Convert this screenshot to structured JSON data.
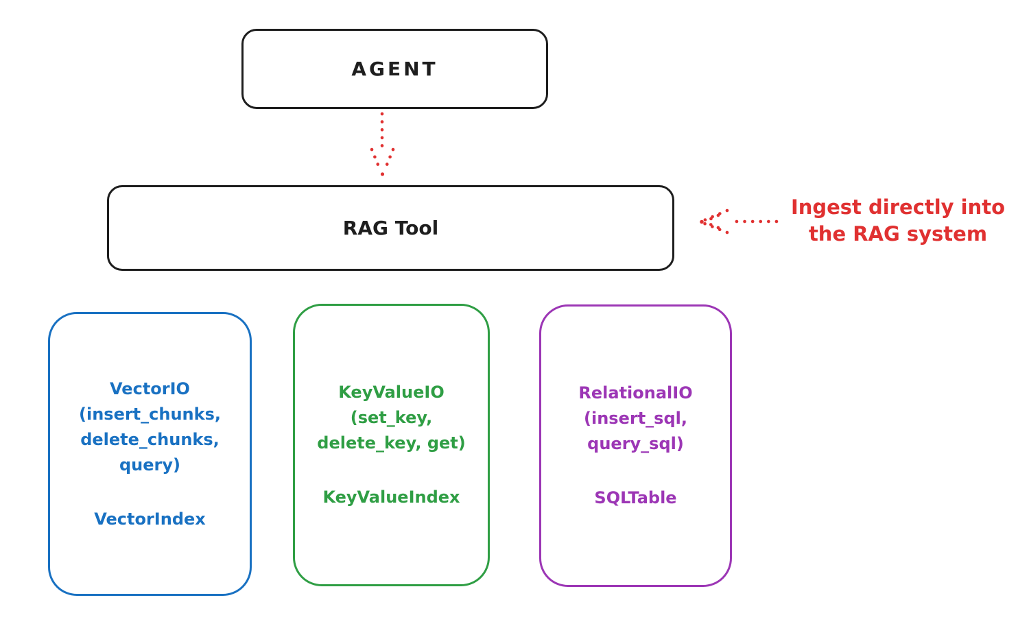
{
  "diagram": {
    "background": "#ffffff",
    "stroke_color": "#1e1e1e",
    "accent_color": "#e03131",
    "agent": {
      "label": "AGENT"
    },
    "rag_tool": {
      "label": "RAG Tool"
    },
    "annotation": {
      "label": "Ingest directly into\nthe RAG system"
    },
    "providers": [
      {
        "name": "vector-io",
        "title": "VectorIO\n(insert_chunks,\ndelete_chunks,\nquery)",
        "index_class": "VectorIndex",
        "color": "#1971c2"
      },
      {
        "name": "keyvalue-io",
        "title": "KeyValueIO\n(set_key,\ndelete_key, get)",
        "index_class": "KeyValueIndex",
        "color": "#2f9e44"
      },
      {
        "name": "relational-io",
        "title": "RelationalIO\n(insert_sql,\nquery_sql)",
        "index_class": "SQLTable",
        "color": "#9c36b5"
      }
    ]
  }
}
